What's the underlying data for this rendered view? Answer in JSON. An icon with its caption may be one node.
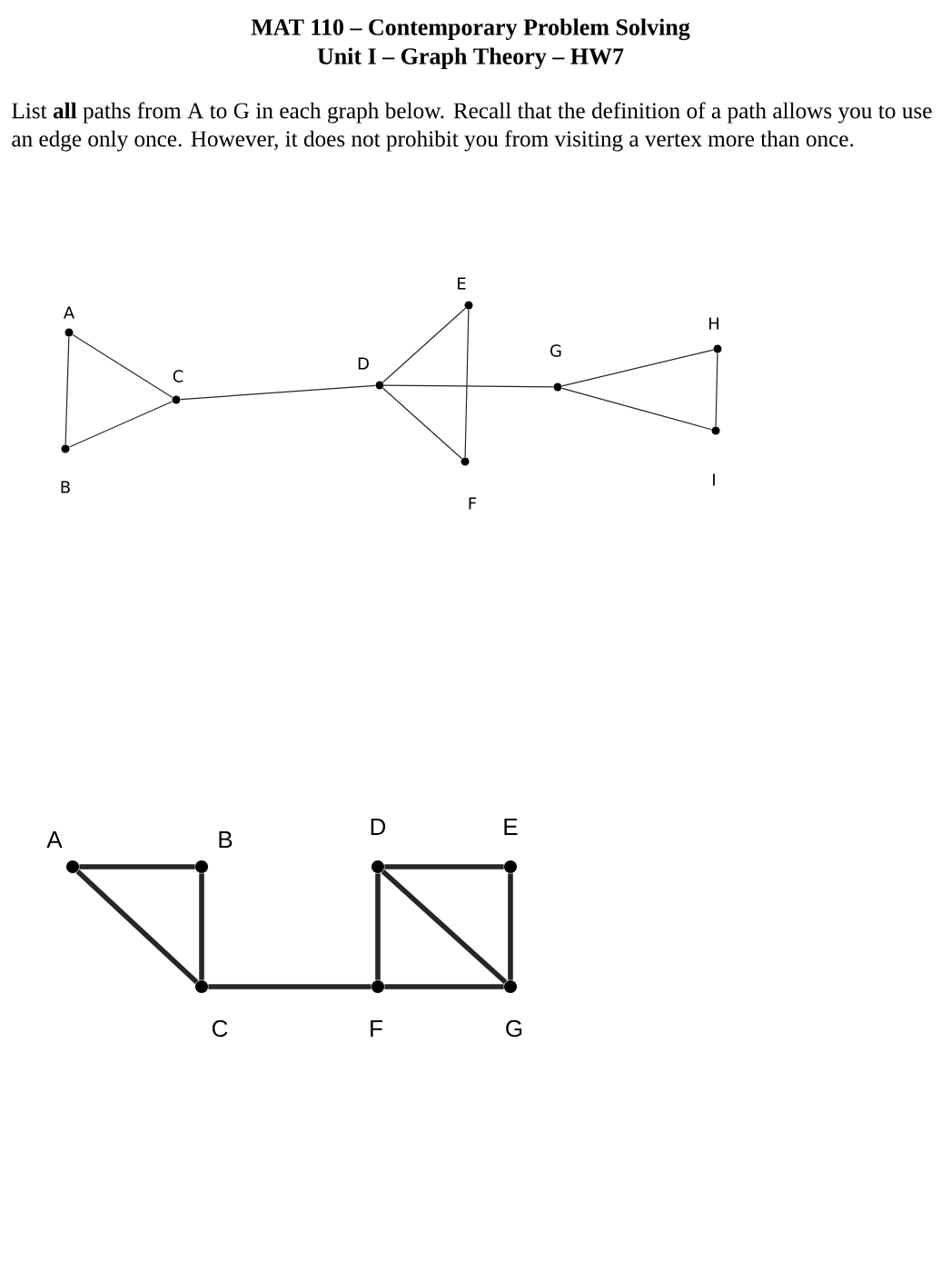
{
  "diagram": {
    "title": "MAT 110 – Contemporary Problem Solving",
    "nodes": [
      {
        "text": [],
        "shape": "circle",
        "beside": [
          "A"
        ]
      },
      {
        "text": [],
        "shape": "circle",
        "beside": [
          "B"
        ]
      },
      {
        "text": [],
        "shape": "circle",
        "beside": [
          "C"
        ]
      },
      {
        "text": [],
        "shape": "circle",
        "beside": [
          "D"
        ]
      },
      {
        "text": [],
        "shape": "circle",
        "beside": [
          "E"
        ]
      },
      {
        "text": [],
        "shape": "circle",
        "beside": [
          "F"
        ]
      },
      {
        "text": [],
        "shape": "circle",
        "beside": [
          "G"
        ]
      },
      {
        "text": [],
        "shape": "circle",
        "beside": [
          "H"
        ]
      },
      {
        "text": [],
        "shape": "circle",
        "beside": [
          "I"
        ]
      },
      {
        "text": [],
        "shape": "circle",
        "beside": [
          "A"
        ]
      },
      {
        "text": [],
        "shape": "circle",
        "beside": [
          "B"
        ]
      },
      {
        "text": [],
        "shape": "circle",
        "beside": [
          "C"
        ]
      },
      {
        "text": [],
        "shape": "circle",
        "beside": [
          "D"
        ]
      },
      {
        "text": [],
        "shape": "circle",
        "beside": [
          "E"
        ]
      },
      {
        "text": [],
        "shape": "circle",
        "beside": [
          "F"
        ]
      },
      {
        "text": [],
        "shape": "circle",
        "beside": [
          "G"
        ]
      }
    ],
    "edges": [
      {
        "from": 0,
        "to": 1,
        "arrow": "none"
      },
      {
        "from": 0,
        "to": 2,
        "arrow": "none"
      },
      {
        "from": 1,
        "to": 2,
        "arrow": "none"
      },
      {
        "from": 2,
        "to": 3,
        "arrow": "none"
      },
      {
        "from": 3,
        "to": 4,
        "arrow": "none"
      },
      {
        "from": 3,
        "to": 5,
        "arrow": "none"
      },
      {
        "from": 4,
        "to": 5,
        "arrow": "none"
      },
      {
        "from": 3,
        "to": 6,
        "arrow": "none"
      },
      {
        "from": 6,
        "to": 7,
        "arrow": "none"
      },
      {
        "from": 6,
        "to": 8,
        "arrow": "none"
      },
      {
        "from": 7,
        "to": 8,
        "arrow": "none"
      },
      {
        "from": 9,
        "to": 10,
        "arrow": "none",
        "style": "thick"
      },
      {
        "from": 9,
        "to": 11,
        "arrow": "none",
        "style": "thick"
      },
      {
        "from": 10,
        "to": 11,
        "arrow": "none",
        "style": "thick"
      },
      {
        "from": 11,
        "to": 14,
        "arrow": "none",
        "style": "thick"
      },
      {
        "from": 12,
        "to": 13,
        "arrow": "none",
        "style": "thick"
      },
      {
        "from": 12,
        "to": 14,
        "arrow": "none",
        "style": "thick"
      },
      {
        "from": 12,
        "to": 15,
        "arrow": "none",
        "style": "thick"
      },
      {
        "from": 13,
        "to": 15,
        "arrow": "none",
        "style": "thick"
      },
      {
        "from": 14,
        "to": 15,
        "arrow": "none",
        "style": "thick"
      }
    ],
    "labels": [
      "Unit I – Graph Theory – HW7",
      "List **all** paths from A to G in each graph below. Recall that the definition of a path allows you to use an edge only once. However, it does not prohibit you from visiting a vertex more than once."
    ]
  }
}
